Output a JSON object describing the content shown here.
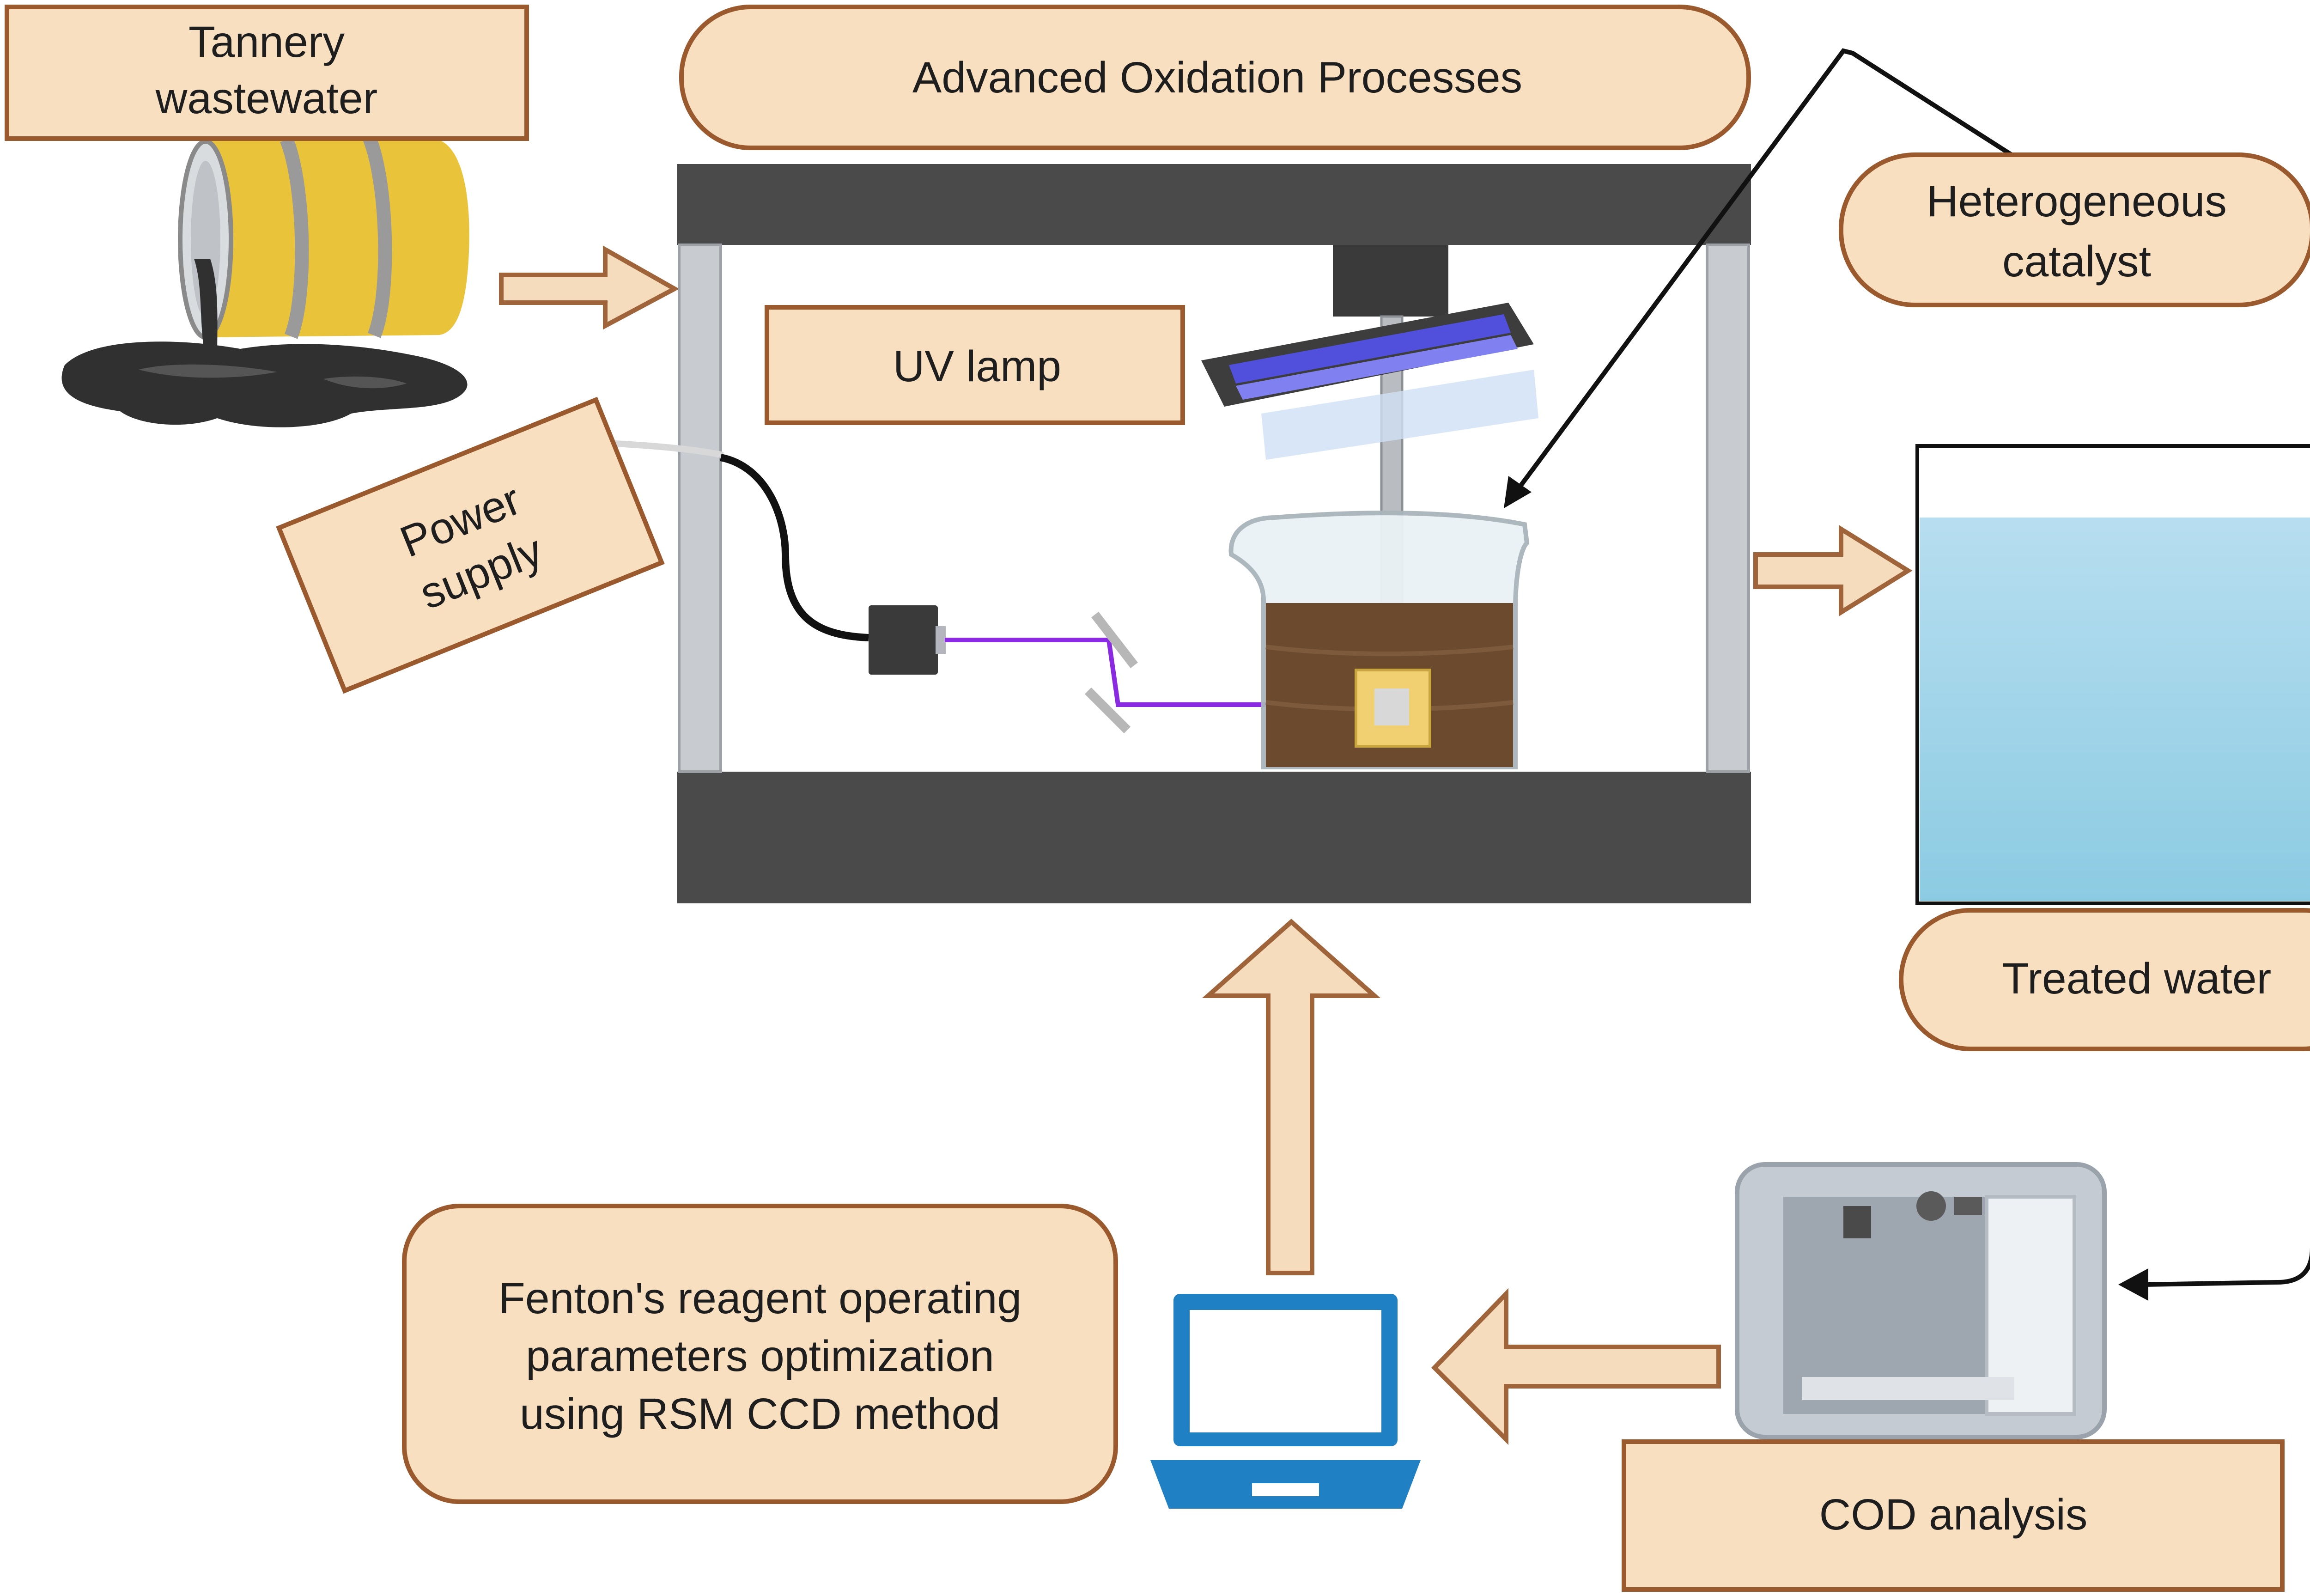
{
  "labels": {
    "tannery_wastewater": [
      "Tannery",
      "wastewater"
    ],
    "advanced_oxidation": "Advanced Oxidation Processes",
    "heterogeneous_catalyst": [
      "Heterogeneous",
      "catalyst"
    ],
    "uv_lamp": "UV lamp",
    "power_supply": [
      "Power",
      "supply"
    ],
    "treated_water": "Treated water",
    "fenton_optimization": [
      "Fenton's reagent operating",
      "parameters optimization",
      "using RSM CCD method"
    ],
    "cod_analysis": "COD analysis"
  },
  "colors": {
    "label_fill": "#f7dfc0",
    "label_border": "#9a5a2e",
    "arrow_fill": "#f5dcbc",
    "arrow_border": "#a0643a",
    "frame_dark": "#4a4a4a",
    "frame_post": "#c8cbd0",
    "barrel_yellow": "#e9c33a",
    "spill_dark": "#333333",
    "water_blue": "#bfe2ef",
    "wastewater_brown": "#6b4a2e",
    "uv_blue": "#4a4ad8",
    "laser_purple": "#8a2be2",
    "laptop_blue": "#1f80c4",
    "analyzer_gray": "#c5cbd3"
  },
  "icons": [
    "barrel-icon",
    "spill-icon",
    "uv-lamp-icon",
    "stirrer-icon",
    "beaker-icon",
    "light-source-icon",
    "mirror-icon",
    "tank-icon",
    "laptop-icon",
    "analyzer-icon"
  ]
}
